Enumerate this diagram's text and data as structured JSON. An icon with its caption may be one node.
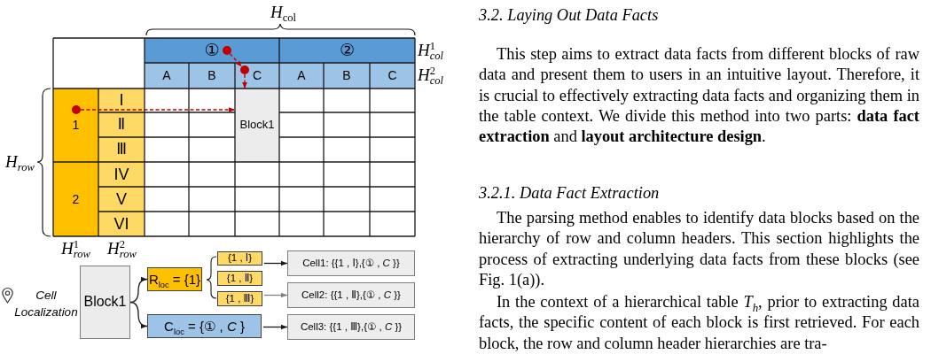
{
  "diagram": {
    "nodes": [
      {
        "text": [
          "①"
        ]
      },
      {
        "text": [],
        "shape": "circle",
        "in": 0
      },
      {
        "text": [
          "②"
        ]
      },
      {
        "text": [
          "A"
        ]
      },
      {
        "text": [
          "B"
        ]
      },
      {
        "text": [
          "C"
        ]
      },
      {
        "text": [],
        "shape": "circle",
        "in": 5
      },
      {
        "text": [
          "A"
        ]
      },
      {
        "text": [
          "B"
        ]
      },
      {
        "text": [
          "C"
        ]
      },
      {
        "text": [
          "1"
        ]
      },
      {
        "text": [],
        "shape": "circle",
        "in": 10
      },
      {
        "text": [
          "Ⅰ"
        ]
      },
      {
        "text": [
          "Block1"
        ]
      },
      {
        "text": [
          "Ⅱ"
        ]
      },
      {
        "text": [
          "Ⅲ"
        ]
      },
      {
        "text": [
          "2"
        ]
      },
      {
        "text": [
          "IV"
        ]
      },
      {
        "text": [
          "V"
        ]
      },
      {
        "text": [
          "VI"
        ]
      },
      {
        "text": [
          "Block1"
        ]
      },
      {
        "text": [
          "R$_{loc}$ = {1}"
        ]
      },
      {
        "text": [
          "{1 , Ⅰ}"
        ]
      },
      {
        "text": [
          "{1 , Ⅱ}"
        ]
      },
      {
        "text": [
          "{1 , Ⅲ}"
        ]
      },
      {
        "text": [
          "C$_{loc}$ = {① , *C* }"
        ]
      },
      {
        "text": [
          "Cell1: {{1 , Ⅰ},{① , *C* }}"
        ]
      },
      {
        "text": [
          "Cell2: {{1 , Ⅱ},{① , *C* }}"
        ]
      },
      {
        "text": [
          "Cell3: {{1 , Ⅲ},{① , *C* }}"
        ]
      }
    ],
    "edges": [
      {
        "from": 1,
        "to": 6,
        "arrow": "to",
        "style": "dashed",
        "color": "#c00000"
      },
      {
        "from": 6,
        "to": 13,
        "arrow": "to",
        "style": "dashed",
        "color": "#c00000"
      },
      {
        "from": 11,
        "to": 13,
        "arrow": "to",
        "style": "dashed",
        "color": "#c00000"
      },
      {
        "from": 20,
        "to": 21,
        "arrow": "to"
      },
      {
        "from": 20,
        "to": 25,
        "arrow": "to"
      },
      {
        "from": 22,
        "to": 26,
        "arrow": "to"
      },
      {
        "from": 24,
        "to": 27,
        "arrow": "to",
        "color": "#808080"
      },
      {
        "from": 25,
        "to": 28,
        "arrow": "to"
      }
    ],
    "labels": [
      "*H*$_{col}$",
      "H$^{1}$$_{col}$",
      "H$^{2}$$_{col}$",
      "H$_{row}$",
      "H$^{1}$$_{row}$",
      "H$^{2}$$_{row}$",
      "Cell Localization",
      "3.2. Laying Out Data Facts",
      "This step aims to extract data facts from different blocks of raw data and present them to users in an intuitive layout. Therefore, it is crucial to effectively extracting data facts and organizing them in the table context. We divide this method into two parts: **data fact extraction** and **layout architecture design**.",
      "3.2.1. Data Fact Extraction",
      "The parsing method enables to identify data blocks based on the hierarchy of row and column headers. This section highlights the process of extracting underlying data facts from these blocks (see Fig. 1(a)).",
      "In the context of a hierarchical table *T*$_{h}$, prior to extracting data facts, the specific content of each block is first retrieved. For each block, the row and column header hierarchies are tra-"
    ]
  }
}
